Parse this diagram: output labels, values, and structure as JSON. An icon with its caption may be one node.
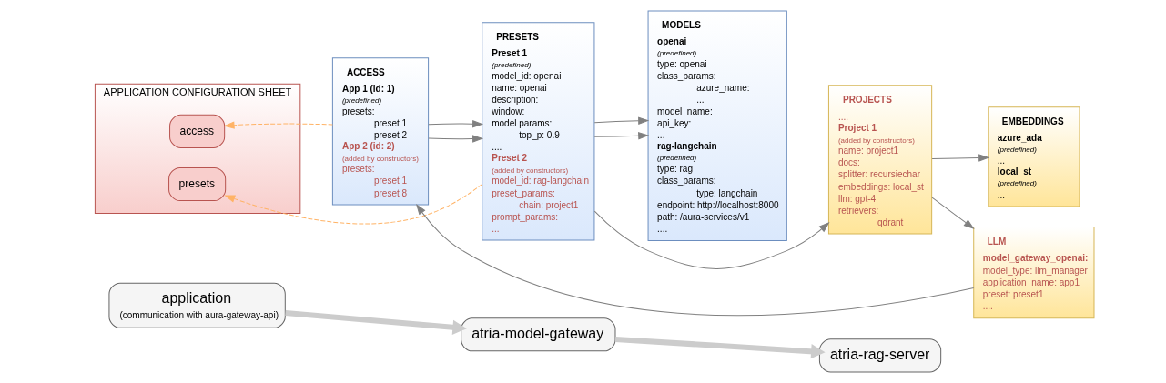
{
  "diagram": {
    "nodes": [
      {
        "text": [
          "application",
          "(communication with aura-gateway-api)"
        ]
      },
      {
        "text": [
          "atria-model-gateway"
        ]
      },
      {
        "text": [
          "atria-rag-server"
        ]
      },
      {
        "text": [
          "APPLICATION CONFIGURATION SHEET"
        ]
      },
      {
        "text": [
          "access"
        ],
        "in": 3
      },
      {
        "text": [
          "presets"
        ],
        "in": 3
      },
      {
        "text": [
          "ACCESS",
          "App 1 (id: 1)",
          "(predefined)",
          "presets:",
          "preset 1",
          "preset 2",
          "App 2 (id: 2)",
          "(added by constructors)",
          "presets:",
          "preset 1",
          "preset 8"
        ]
      },
      {
        "text": [
          "PRESETS",
          "Preset 1",
          "(predefined)",
          "model_id: openai",
          "name: openai",
          "description:",
          "window:",
          "model params:",
          "top_p: 0.9",
          "....",
          "Preset 2",
          "(added by constructors)",
          "model_id: rag-langchain",
          "preset_params:",
          "chain: project1",
          "prompt_params:",
          "..."
        ]
      },
      {
        "text": [
          "MODELS",
          "openai",
          "(predefined)",
          "type: openai",
          "class_params:",
          "azure_name:",
          "...",
          "model_name:",
          "api_key:",
          "...",
          "rag-langchain",
          "(predefined)",
          "type: rag",
          "class_params:",
          "type: langchain",
          "endpoint: http://localhost:8000",
          "path: /aura-services/v1",
          "...."
        ]
      },
      {
        "text": [
          "PROJECTS",
          "....",
          "Project 1",
          "(added by constructors)",
          "name: project1",
          "docs:",
          "splitter: recursiechar",
          "embeddings: local_st",
          "llm: gpt-4",
          "retrievers:",
          "qdrant"
        ]
      },
      {
        "text": [
          "EMBEDDINGS",
          "azure_ada",
          "(predefined)",
          "...",
          "local_st",
          "(predefined)",
          "..."
        ]
      },
      {
        "text": [
          "LLM",
          "model_gateway_openai:",
          "model_type: llm_manager",
          "application_name: app1",
          "preset: preset1",
          "...."
        ]
      }
    ],
    "edges": [
      {
        "from": 0,
        "to": 1,
        "arrow": "to",
        "style": "thick",
        "color": "#cccccc"
      },
      {
        "from": 1,
        "to": 2,
        "arrow": "to",
        "style": "thick",
        "color": "#cccccc"
      },
      {
        "from": 6,
        "to": 4,
        "arrow": "to",
        "style": "dashed",
        "color": "#ffb366"
      },
      {
        "from": 7,
        "to": 5,
        "arrow": "to",
        "style": "dashed",
        "color": "#ffb366"
      },
      {
        "from": 6,
        "to": 7,
        "arrow": "to"
      },
      {
        "from": 6,
        "to": 7,
        "arrow": "to"
      },
      {
        "from": 7,
        "to": 8,
        "arrow": "to"
      },
      {
        "from": 7,
        "to": 8,
        "arrow": "to"
      },
      {
        "from": 7,
        "to": 9,
        "arrow": "to"
      },
      {
        "from": 9,
        "to": 10,
        "arrow": "to"
      },
      {
        "from": 9,
        "to": 11,
        "arrow": "to"
      },
      {
        "from": 11,
        "to": 6,
        "arrow": "to"
      }
    ]
  }
}
